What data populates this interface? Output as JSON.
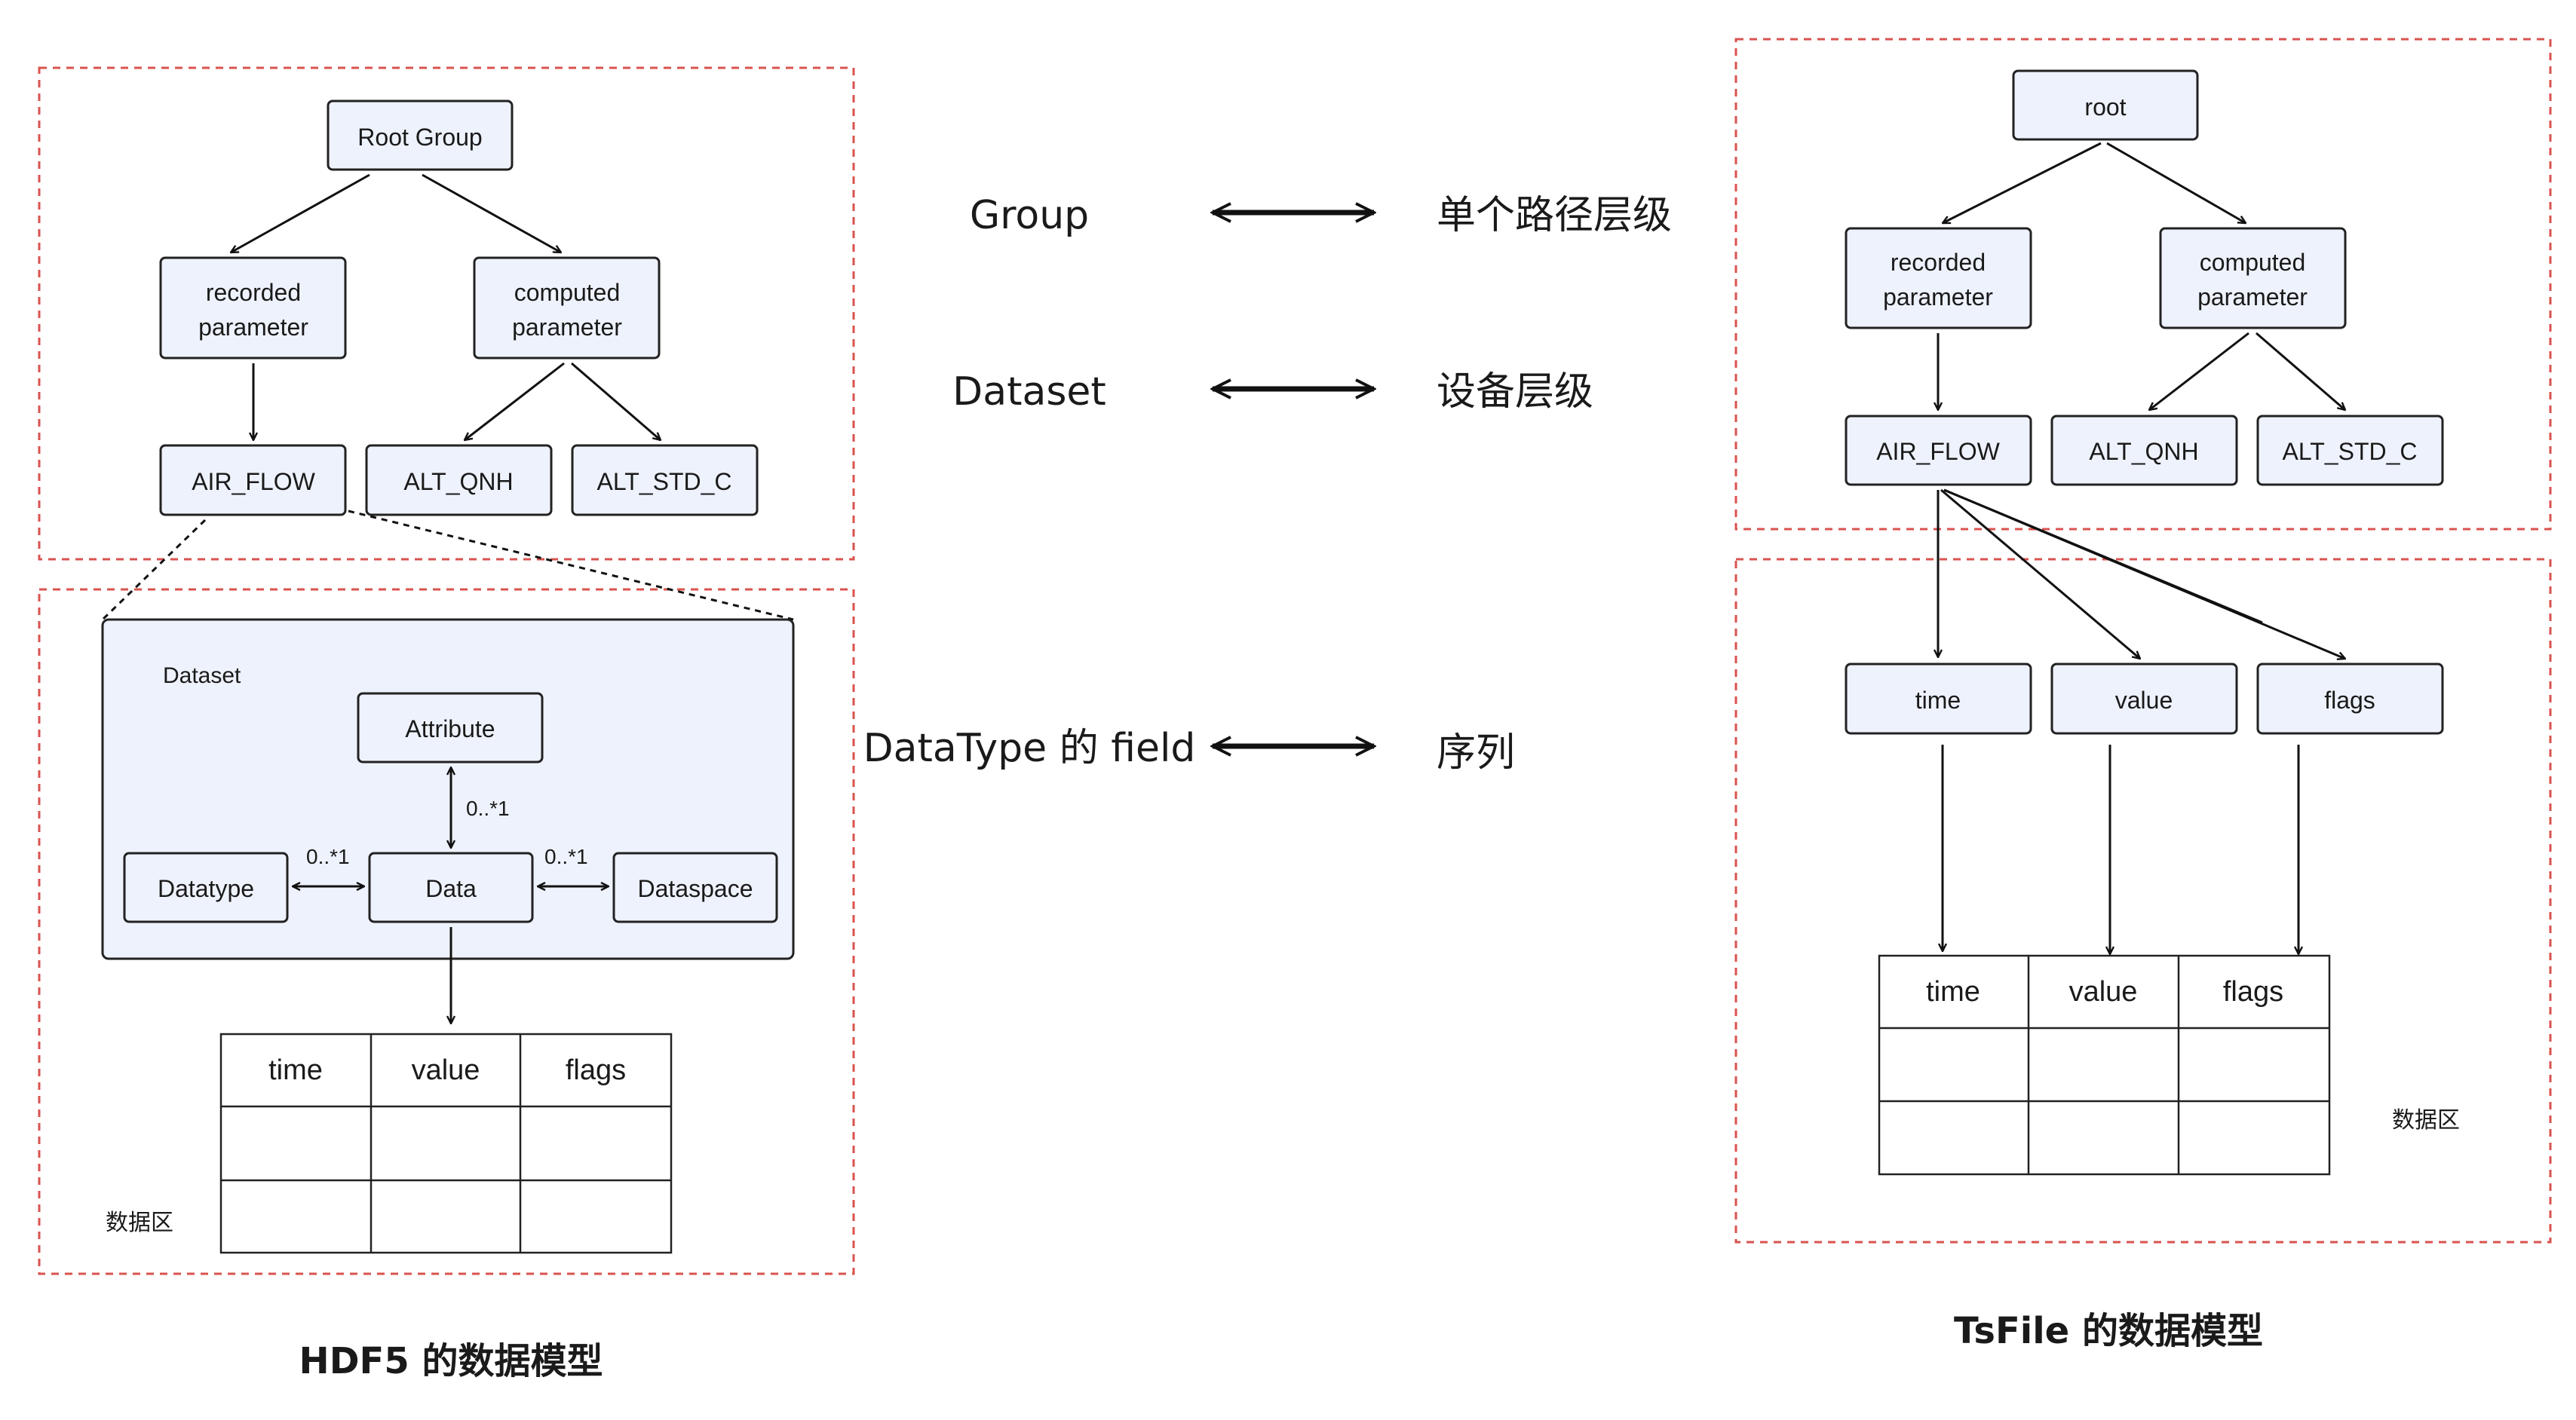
{
  "hdf5": {
    "root": "Root Group",
    "recorded": [
      "recorded",
      "parameter"
    ],
    "computed": [
      "computed",
      "parameter"
    ],
    "air_flow": "AIR_FLOW",
    "alt_qnh": "ALT_QNH",
    "alt_std_c": "ALT_STD_C",
    "dataset_label": "Dataset",
    "attribute": "Attribute",
    "datatype": "Datatype",
    "data": "Data",
    "dataspace": "Dataspace",
    "mult_attr": "0..*1",
    "mult_datatype": "0..*1",
    "mult_dataspace": "0..*1",
    "table_headers": [
      "time",
      "value",
      "flags"
    ],
    "data_area_label": "数据区",
    "caption": "HDF5 的数据模型"
  },
  "mapping": [
    {
      "left": "Group",
      "right": "单个路径层级"
    },
    {
      "left": "Dataset",
      "right": "设备层级"
    },
    {
      "left": "DataType 的 field",
      "right": "序列"
    }
  ],
  "tsfile": {
    "root": "root",
    "recorded": [
      "recorded",
      "parameter"
    ],
    "computed": [
      "computed",
      "parameter"
    ],
    "air_flow": "AIR_FLOW",
    "alt_qnh": "ALT_QNH",
    "alt_std_c": "ALT_STD_C",
    "series": [
      "time",
      "value",
      "flags"
    ],
    "table_headers": [
      "time",
      "value",
      "flags"
    ],
    "data_area_label": "数据区",
    "caption": "TsFile 的数据模型"
  },
  "colors": {
    "node_fill": "#eef2fc",
    "node_stroke": "#222222",
    "dashed_border": "#d9534f",
    "line": "#111111"
  }
}
